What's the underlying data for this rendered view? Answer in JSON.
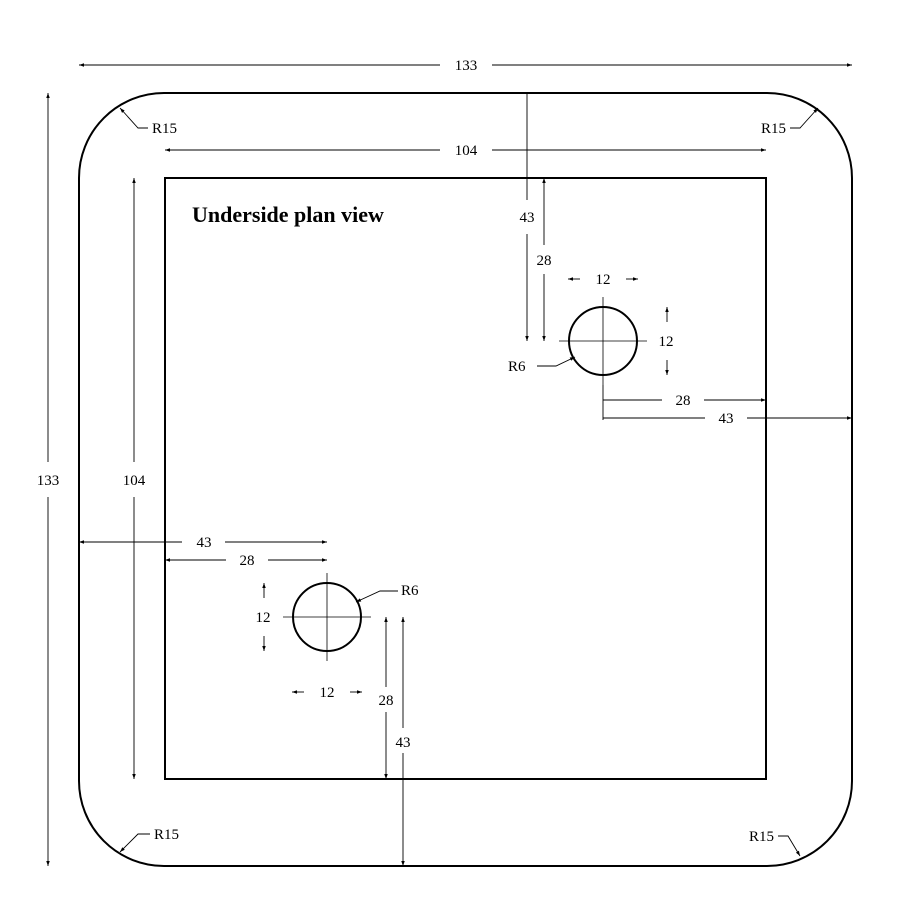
{
  "title": "Underside plan view",
  "dimensions": {
    "overall_width": "133",
    "overall_height": "133",
    "inner_width": "104",
    "inner_height": "104",
    "upper_hole_top_43": "43",
    "upper_hole_top_28": "28",
    "upper_hole_right_28": "28",
    "upper_hole_right_43": "43",
    "upper_hole_diameter_h": "12",
    "upper_hole_diameter_v": "12",
    "lower_hole_left_43": "43",
    "lower_hole_left_28": "28",
    "lower_hole_bottom_28": "28",
    "lower_hole_bottom_43": "43",
    "lower_hole_diameter_h": "12",
    "lower_hole_diameter_v": "12"
  },
  "radii": {
    "corner_top_left": "R15",
    "corner_top_right": "R15",
    "corner_bottom_left": "R15",
    "corner_bottom_right": "R15",
    "upper_hole": "R6",
    "lower_hole": "R6"
  }
}
